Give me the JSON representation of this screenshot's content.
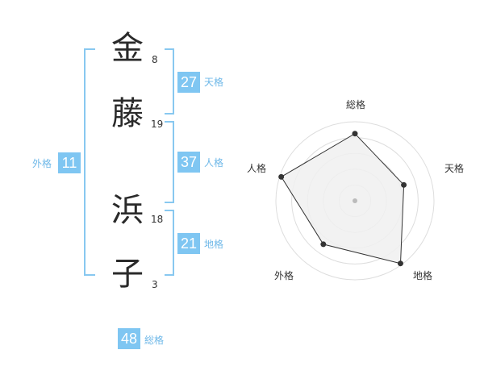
{
  "name": {
    "chars": [
      {
        "char": "金",
        "strokes": "8"
      },
      {
        "char": "藤",
        "strokes": "19"
      },
      {
        "char": "浜",
        "strokes": "18"
      },
      {
        "char": "子",
        "strokes": "3"
      }
    ]
  },
  "fortunes": {
    "tenkaku": {
      "value": "27",
      "label": "天格"
    },
    "jinkaku": {
      "value": "37",
      "label": "人格"
    },
    "chikaku": {
      "value": "21",
      "label": "地格"
    },
    "gaikaku": {
      "value": "11",
      "label": "外格"
    },
    "soukaku": {
      "value": "48",
      "label": "総格"
    }
  },
  "colors": {
    "accent": "#7fc6f2",
    "bracket": "#88c8f0",
    "label": "#6fb8e8",
    "radar_fill": "#f0f0f0",
    "radar_ring": "#dddddd"
  },
  "chart_data": {
    "type": "radar",
    "axes": [
      "総格",
      "天格",
      "地格",
      "外格",
      "人格"
    ],
    "values": [
      0.85,
      0.65,
      0.98,
      0.68,
      0.98
    ],
    "max": 1.0
  }
}
